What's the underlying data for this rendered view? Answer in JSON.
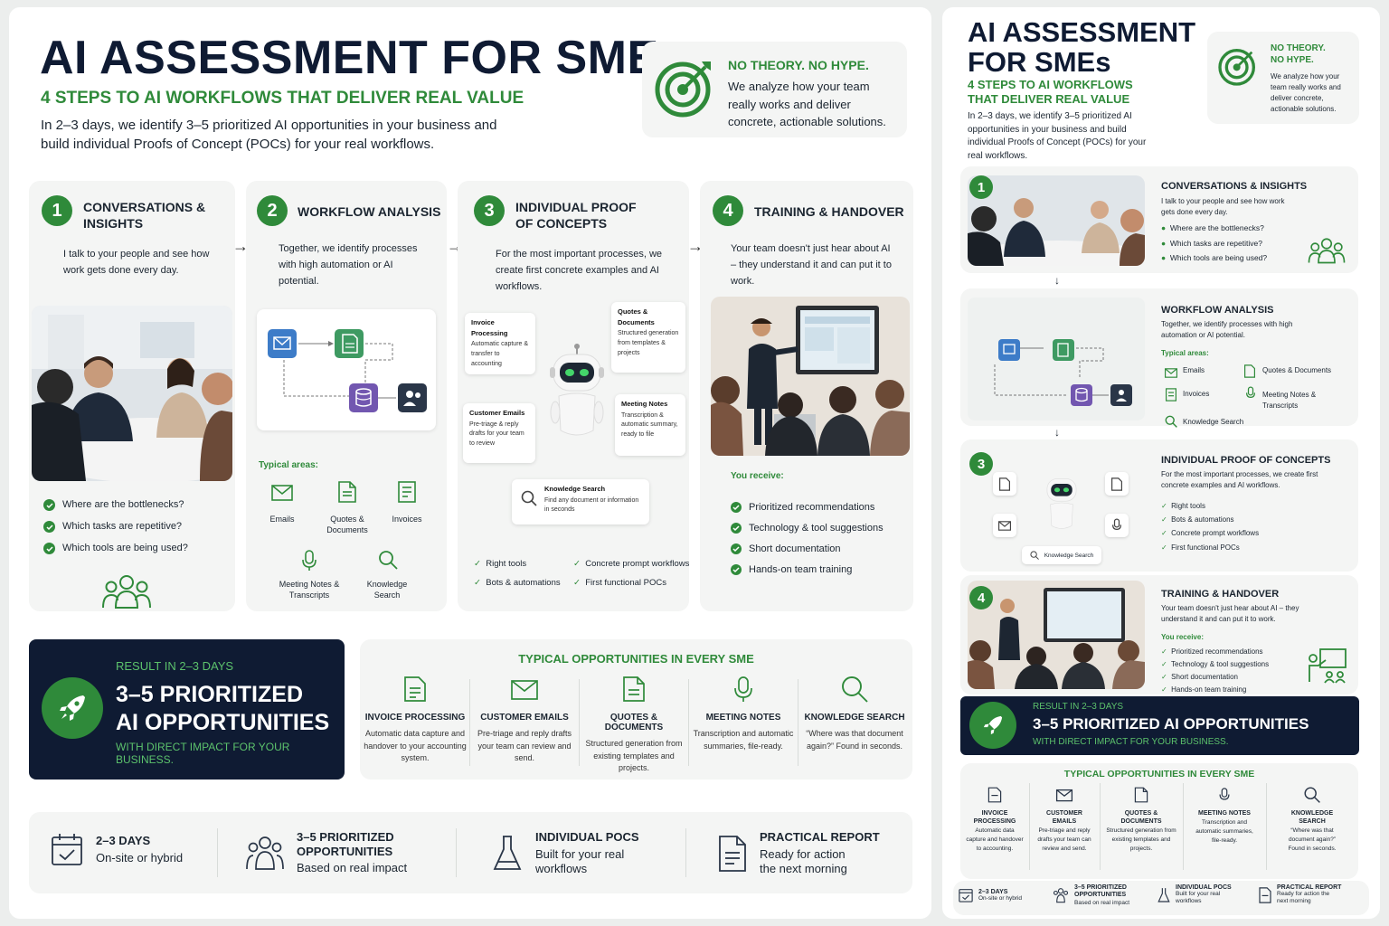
{
  "header": {
    "title": "AI ASSESSMENT FOR SMEs",
    "subtitle": "4 STEPS TO AI WORKFLOWS THAT DELIVER REAL VALUE",
    "intro": "In 2–3 days, we identify 3–5 prioritized AI opportunities in your business and build individual Proofs of Concept (POCs) for your real workflows."
  },
  "promise": {
    "title": "NO THEORY. NO HYPE.",
    "text": "We analyze how your team really works and deliver concrete, actionable solutions.",
    "icon": "target-icon"
  },
  "steps": [
    {
      "num": "1",
      "title": "CONVERSATIONS & INSIGHTS",
      "text": "I talk to your people and see how work gets done every day.",
      "questions": [
        "Where are the bottlenecks?",
        "Which tasks are repetitive?",
        "Which tools are being used?"
      ]
    },
    {
      "num": "2",
      "title": "WORKFLOW ANALYSIS",
      "text": "Together, we identify processes with high automation or AI potential.",
      "typical_label": "Typical areas:",
      "areas": [
        "Emails",
        "Quotes & Documents",
        "Invoices",
        "Meeting Notes & Transcripts",
        "Knowledge Search"
      ]
    },
    {
      "num": "3",
      "title": "INDIVIDUAL PROOF OF CONCEPTS",
      "text": "For the most important processes, we create first concrete examples and AI workflows.",
      "cards": [
        {
          "title": "Invoice Processing",
          "text": "Automatic capture & transfer to accounting"
        },
        {
          "title": "Quotes & Documents",
          "text": "Structured generation from templates & projects"
        },
        {
          "title": "Customer Emails",
          "text": "Pre-triage & reply drafts for your team to review"
        },
        {
          "title": "Meeting Notes",
          "text": "Transcription & automatic summary, ready to file"
        },
        {
          "title": "Knowledge Search",
          "text": "Find any document or information in seconds"
        }
      ],
      "checks": [
        "Right tools",
        "Concrete prompt workflows",
        "Bots & automations",
        "First functional POCs"
      ]
    },
    {
      "num": "4",
      "title": "TRAINING & HANDOVER",
      "text": "Your team doesn't just hear about AI – they understand it and can put it to work.",
      "receive_label": "You receive:",
      "receive": [
        "Prioritized recommendations",
        "Technology & tool suggestions",
        "Short documentation",
        "Hands-on team training"
      ]
    }
  ],
  "result": {
    "label": "RESULT IN 2–3 DAYS",
    "title": "3–5 PRIORITIZED AI OPPORTUNITIES",
    "title_l1": "3–5 PRIORITIZED",
    "title_l2": "AI OPPORTUNITIES",
    "sub": "WITH DIRECT IMPACT FOR YOUR BUSINESS."
  },
  "opportunities": {
    "title": "TYPICAL OPPORTUNITIES IN EVERY SME",
    "items": [
      {
        "title": "INVOICE PROCESSING",
        "text": "Automatic data capture and handover to your accounting system."
      },
      {
        "title": "CUSTOMER EMAILS",
        "text": "Pre-triage and reply drafts your team can review and send."
      },
      {
        "title": "QUOTES & DOCUMENTS",
        "text": "Structured generation from existing templates and projects."
      },
      {
        "title": "MEETING NOTES",
        "text": "Transcription and automatic summaries, file-ready."
      },
      {
        "title": "KNOWLEDGE SEARCH",
        "text": "“Where was that document again?” Found in seconds."
      }
    ]
  },
  "footer": [
    {
      "title": "2–3 DAYS",
      "text": "On-site or hybrid"
    },
    {
      "title": "3–5 PRIORITIZED OPPORTUNITIES",
      "text": "Based on real impact"
    },
    {
      "title": "INDIVIDUAL POCS",
      "text": "Built for your real workflows"
    },
    {
      "title": "PRACTICAL REPORT",
      "text": "Ready for action the next morning"
    }
  ],
  "right": {
    "title_l1": "AI ASSESSMENT",
    "title_l2": "FOR SMEs",
    "sub_l1": "4 STEPS TO AI WORKFLOWS",
    "sub_l2": "THAT DELIVER REAL VALUE",
    "promise_l1": "NO THEORY.",
    "promise_l2": "NO HYPE.",
    "typical_label": "Typical areas:",
    "areas": [
      "Emails",
      "Quotes & Documents",
      "Invoices",
      "Meeting Notes & Transcripts",
      "Knowledge Search"
    ],
    "step3_checks": [
      "Right tools",
      "Bots & automations",
      "Concrete prompt workflows",
      "First functional POCs"
    ],
    "knowledge_chip": "Knowledge Search",
    "opp_titles": [
      "INVOICE PROCESSING",
      "CUSTOMER EMAILS",
      "QUOTES & DOCUMENTS",
      "MEETING NOTES",
      "KNOWLEDGE SEARCH"
    ],
    "opp_texts": [
      "Automatic data capture and handover to accounting.",
      "Pre-triage and reply drafts your team can review and send.",
      "Structured generation from existing templates and projects.",
      "Transcription and automatic summaries, file-ready.",
      "“Where was that document again?” Found in seconds."
    ]
  },
  "colors": {
    "accent": "#2f8a3a",
    "navy": "#0f1b33",
    "card": "#f4f5f4"
  }
}
